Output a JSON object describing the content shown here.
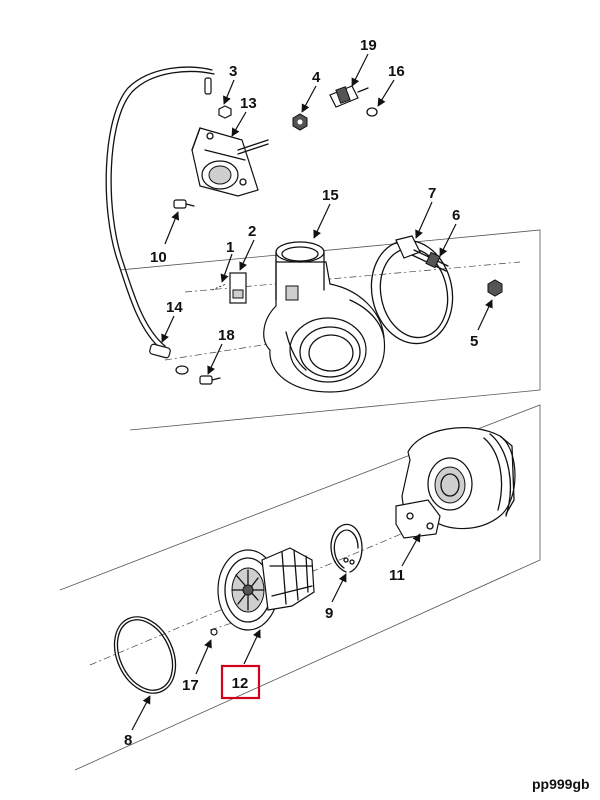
{
  "figure": {
    "reference_code": "pp999gb",
    "highlight_color": "#d0021b",
    "highlighted_part": "12"
  },
  "callouts": [
    {
      "id": "c1",
      "label": "1"
    },
    {
      "id": "c2",
      "label": "2"
    },
    {
      "id": "c3",
      "label": "3"
    },
    {
      "id": "c4",
      "label": "4"
    },
    {
      "id": "c5",
      "label": "5"
    },
    {
      "id": "c6",
      "label": "6"
    },
    {
      "id": "c7",
      "label": "7"
    },
    {
      "id": "c8",
      "label": "8"
    },
    {
      "id": "c9",
      "label": "9"
    },
    {
      "id": "c10",
      "label": "10"
    },
    {
      "id": "c11",
      "label": "11"
    },
    {
      "id": "c12",
      "label": "12"
    },
    {
      "id": "c13",
      "label": "13"
    },
    {
      "id": "c14",
      "label": "14"
    },
    {
      "id": "c15",
      "label": "15"
    },
    {
      "id": "c16",
      "label": "16"
    },
    {
      "id": "c17",
      "label": "17"
    },
    {
      "id": "c18",
      "label": "18"
    },
    {
      "id": "c19",
      "label": "19"
    }
  ]
}
